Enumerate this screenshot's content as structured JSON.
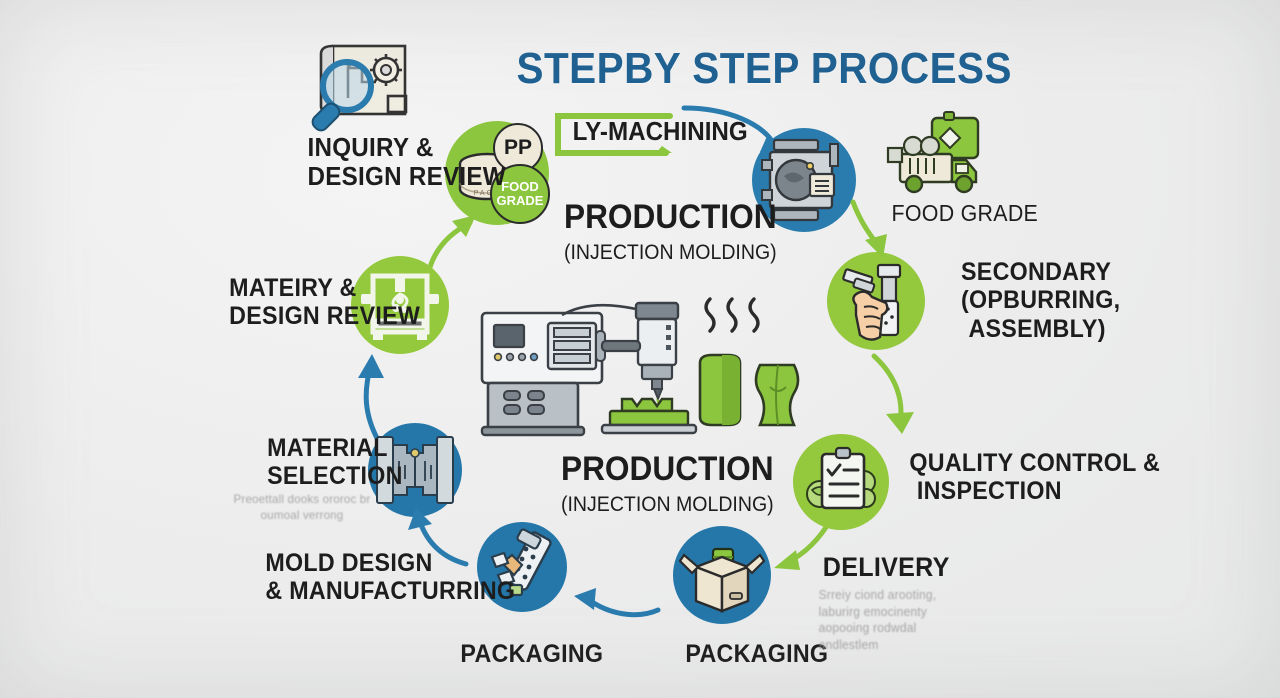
{
  "page": {
    "title": "STEPBY STEP PROCESS",
    "subtitle_badge": "LY-MACHINING",
    "background_color": "#edeeee",
    "accent_blue": "#1f6192",
    "accent_green": "#8cc63e"
  },
  "center": {
    "heading_top": "PRODUCTION",
    "subheading_top": "(INJECTION MOLDING)",
    "heading_bottom": "PRODUCTION",
    "subheading_bottom": "(INJECTION MOLDING)"
  },
  "steps": [
    {
      "id": "inquiry",
      "title": "INQUIRY &",
      "subtitle": "DESIGN REVIEW",
      "icon": "blueprint-magnifier-icon",
      "icon_color": "#2b7cae"
    },
    {
      "id": "material-design-review",
      "title": "MATEIRY &",
      "subtitle": "DESIGN REVIEW",
      "icon": "3d-printer-icon",
      "icon_color": "#8cc63e"
    },
    {
      "id": "material-selection",
      "title": "MATERIAL",
      "subtitle": "SELECTION",
      "caption": "Preoettall dooks ororoc br oumoal verrong",
      "icon": "mold-tool-icon",
      "icon_color": "#2b7cae"
    },
    {
      "id": "mold-design",
      "title": "MOLD DESIGN",
      "subtitle": "& MANUFACTURRING",
      "icon": "mold-wrench-icon",
      "icon_color": "#2b7cae"
    },
    {
      "id": "packaging-left",
      "title": "PACKAGING",
      "icon": "mold-tool-icon",
      "icon_color": "#2b7cae"
    },
    {
      "id": "packaging-right",
      "title": "PACKAGING",
      "icon": "package-box-icon",
      "icon_color": "#2b7cae"
    },
    {
      "id": "delivery",
      "title": "DELIVERY",
      "caption": "Srreiy ciond arooting, laburirg emocinenty aopooing rodwdal andlestlem",
      "icon": "delivery-truck-icon",
      "icon_color": "#8cc63e"
    },
    {
      "id": "quality-control",
      "title": "QUALITY CONTROL &",
      "subtitle": "INSPECTION",
      "icon": "clipboard-check-icon",
      "icon_color": "#8cc63e"
    },
    {
      "id": "secondary",
      "title": "SECONDARY",
      "subtitle": "(OPBURRING,",
      "subtitle2": "ASSEMBLY)",
      "icon": "hand-tools-icon",
      "icon_color": "#8cc63e"
    },
    {
      "id": "food-grade",
      "title": "FOOD GRADE",
      "icon": "delivery-truck-icon",
      "icon_color": "#8cc63e"
    },
    {
      "id": "production-mold",
      "title": "",
      "icon": "injection-mold-icon",
      "icon_color": "#2b7cae"
    }
  ],
  "material_badge": {
    "polymer_label": "PP",
    "grade_label_line1": "FOOD",
    "grade_label_line2": "GRADE",
    "icon": "material-container-icon"
  }
}
